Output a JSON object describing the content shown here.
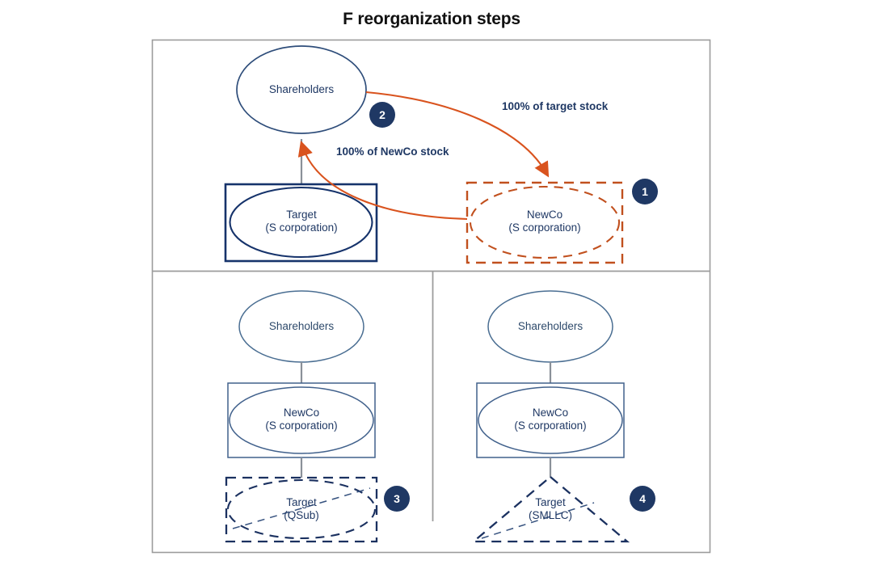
{
  "title": "F reorganization steps",
  "colors": {
    "navy": "#1F3864",
    "navy_dark": "#1B3160",
    "steel": "#4A6E92",
    "slate": "#41618C",
    "orange": "#D9531E",
    "frame_gray": "#9C9C9C",
    "connector_gray": "#8A9099",
    "badge_bg": "#1F3864",
    "badge_text": "#FFFFFF"
  },
  "panels": [
    {
      "id": "panel-1-2",
      "badges": [
        {
          "number": "1",
          "name": "step-badge-1"
        },
        {
          "number": "2",
          "name": "step-badge-2"
        }
      ],
      "nodes": [
        {
          "name": "shareholders-node",
          "lines": [
            "Shareholders"
          ],
          "shape": "ellipse"
        },
        {
          "name": "target-node",
          "lines": [
            "Target",
            "(S corporation)"
          ],
          "shape": "box-ellipse"
        },
        {
          "name": "newco-node",
          "lines": [
            "NewCo",
            "(S corporation)"
          ],
          "shape": "dashed-box-ellipse"
        }
      ],
      "edge_labels": [
        {
          "name": "label-newco-stock",
          "text": "100% of NewCo stock"
        },
        {
          "name": "label-target-stock",
          "text": "100% of target stock"
        }
      ]
    },
    {
      "id": "panel-3",
      "badges": [
        {
          "number": "3",
          "name": "step-badge-3"
        }
      ],
      "nodes": [
        {
          "name": "shareholders-node",
          "lines": [
            "Shareholders"
          ],
          "shape": "ellipse"
        },
        {
          "name": "newco-node",
          "lines": [
            "NewCo",
            "(S corporation)"
          ],
          "shape": "box-ellipse"
        },
        {
          "name": "target-node",
          "lines": [
            "Target",
            "(QSub)"
          ],
          "shape": "dashed-box-ellipse"
        }
      ],
      "edge_labels": []
    },
    {
      "id": "panel-4",
      "badges": [
        {
          "number": "4",
          "name": "step-badge-4"
        }
      ],
      "nodes": [
        {
          "name": "shareholders-node",
          "lines": [
            "Shareholders"
          ],
          "shape": "ellipse"
        },
        {
          "name": "newco-node",
          "lines": [
            "NewCo",
            "(S corporation)"
          ],
          "shape": "box-ellipse"
        },
        {
          "name": "target-node",
          "lines": [
            "Target",
            "(SMLLC)"
          ],
          "shape": "dashed-triangle"
        }
      ],
      "edge_labels": []
    }
  ],
  "labels": {
    "p1_shareholders_l1": "Shareholders",
    "p1_target_l1": "Target",
    "p1_target_l2": "(S corporation)",
    "p1_newco_l1": "NewCo",
    "p1_newco_l2": "(S corporation)",
    "p1_edge_newco_stock": "100% of NewCo stock",
    "p1_edge_target_stock": "100% of target stock",
    "p3_shareholders_l1": "Shareholders",
    "p3_newco_l1": "NewCo",
    "p3_newco_l2": "(S corporation)",
    "p3_target_l1": "Target",
    "p3_target_l2": "(QSub)",
    "p4_shareholders_l1": "Shareholders",
    "p4_newco_l1": "NewCo",
    "p4_newco_l2": "(S corporation)",
    "p4_target_l1": "Target",
    "p4_target_l2": "(SMLLC)",
    "badge1": "1",
    "badge2": "2",
    "badge3": "3",
    "badge4": "4"
  }
}
